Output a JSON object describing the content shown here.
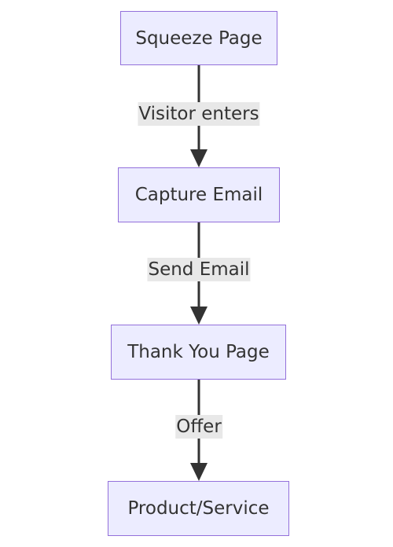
{
  "diagram": {
    "nodes": [
      {
        "label": "Squeeze Page"
      },
      {
        "label": "Capture Email"
      },
      {
        "label": "Thank You Page"
      },
      {
        "label": "Product/Service"
      }
    ],
    "edges": [
      {
        "label": "Visitor enters"
      },
      {
        "label": "Send Email"
      },
      {
        "label": "Offer"
      }
    ],
    "colors": {
      "node_fill": "#ECECFF",
      "node_border": "#9370DB",
      "edge": "#333333",
      "label_bg": "#e8e8e8",
      "text": "#333333"
    }
  }
}
